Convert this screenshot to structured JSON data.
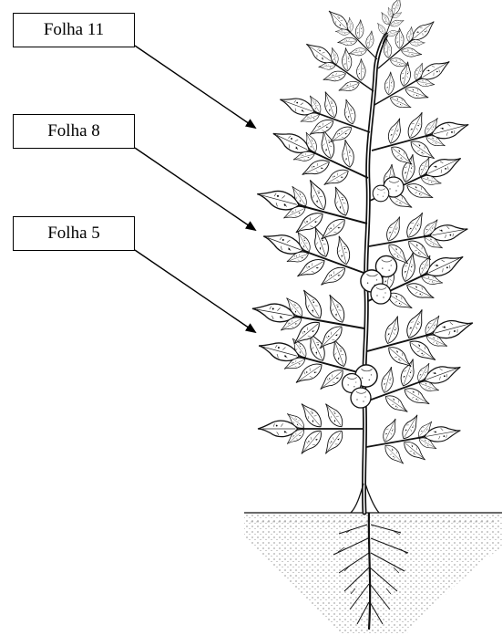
{
  "labels": {
    "leaf11": "Folha 11",
    "leaf8": "Folha 8",
    "leaf5": "Folha 5"
  }
}
